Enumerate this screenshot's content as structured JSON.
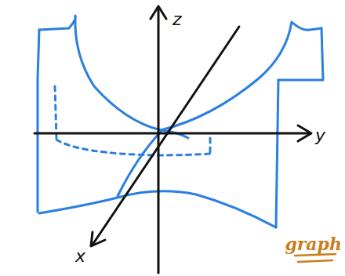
{
  "diagram": {
    "labels": [
      "z",
      "y",
      "x",
      "graph"
    ]
  }
}
